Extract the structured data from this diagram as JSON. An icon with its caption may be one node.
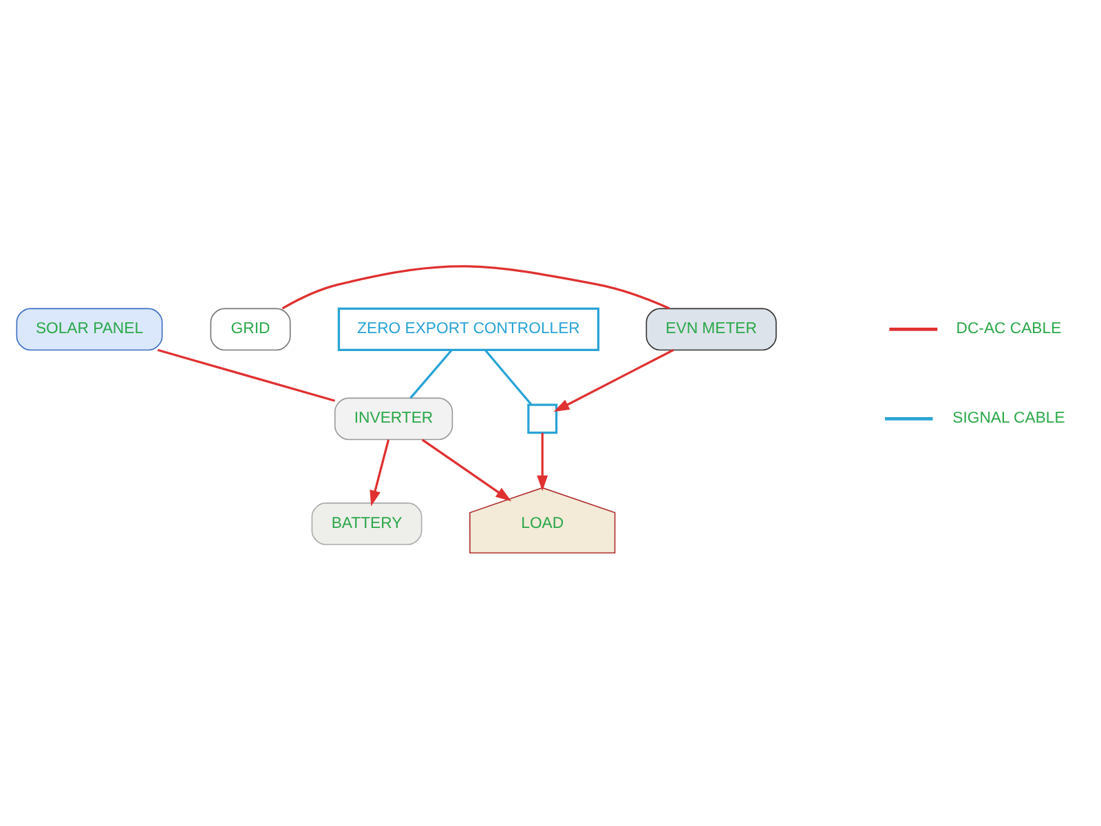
{
  "diagram": {
    "nodes": [
      {
        "text": [
          "SOLAR PANEL"
        ]
      },
      {
        "text": [
          "INVERTER"
        ]
      },
      {
        "text": [
          "EVN METER"
        ]
      },
      {
        "text": [
          "GRID"
        ]
      },
      {
        "text": [
          "ZERO EXPORT CONTROLLER"
        ]
      },
      {
        "text": [],
        "shape": "box"
      },
      {
        "text": [
          "LOAD"
        ]
      },
      {
        "text": [
          "BATTERY"
        ]
      }
    ],
    "edges": [
      {
        "from": 3,
        "to": 2,
        "arrow": "none"
      },
      {
        "from": 2,
        "to": 5,
        "arrow": "to"
      },
      {
        "from": 4,
        "to": 5,
        "arrow": "none",
        "color": "#29a3d6"
      },
      {
        "from": 4,
        "to": 1,
        "arrow": "none",
        "color": "#29a3d6"
      },
      {
        "from": 0,
        "to": 1,
        "arrow": "none"
      },
      {
        "from": 1,
        "to": 6,
        "arrow": "to"
      },
      {
        "from": 1,
        "to": 7,
        "arrow": "to"
      },
      {
        "from": 5,
        "to": 6,
        "arrow": "to"
      }
    ],
    "legend": [
      {
        "text": "DC-AC CABLE"
      },
      {
        "text": "SIGNAL CABLE"
      }
    ]
  }
}
